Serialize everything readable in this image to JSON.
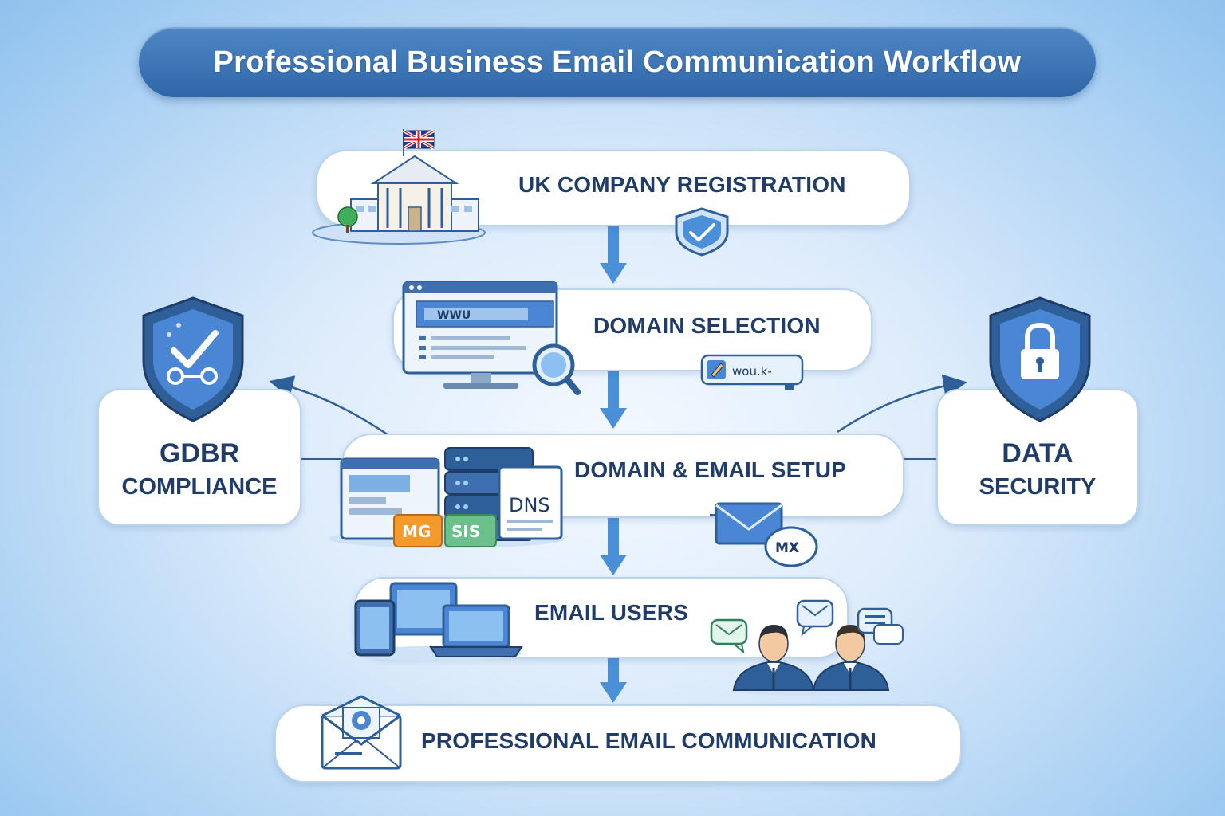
{
  "title": "Professional Business Email Communication Workflow",
  "steps": [
    {
      "id": "uk-company-registration",
      "label": "UK COMPANY REGISTRATION",
      "icon": "government-building-icon"
    },
    {
      "id": "domain-selection",
      "label": "DOMAIN SELECTION",
      "icon": "monitor-browser-icon"
    },
    {
      "id": "domain-email-setup",
      "label": "DOMAIN & EMAIL SETUP",
      "icon": "server-stack-icon"
    },
    {
      "id": "email-users",
      "label": "EMAIL USERS",
      "icon": "devices-icon"
    },
    {
      "id": "professional-email-communication",
      "label": "PROFESSIONAL EMAIL COMMUNICATION",
      "icon": "open-envelope-icon"
    }
  ],
  "side_boxes": {
    "left": {
      "line1": "GDBR",
      "line2": "COMPLIANCE",
      "icon": "shield-check-icon"
    },
    "right": {
      "line1": "DATA",
      "line2": "SECURITY",
      "icon": "shield-lock-icon"
    }
  },
  "icon_texts": {
    "browser_url": "WWU",
    "domain_search": "wou.k-",
    "dns_label": "DNS",
    "mx_tag": "MG",
    "spf_tag": "SIS",
    "mail_bubble": "MX"
  },
  "colors": {
    "title_bg": "#3b74b8",
    "text_dark": "#1f3d68",
    "accent_blue": "#3f86d6",
    "arrow": "#4a90d9",
    "orange_tag": "#f39a2b",
    "green_tag": "#6cc08b"
  }
}
